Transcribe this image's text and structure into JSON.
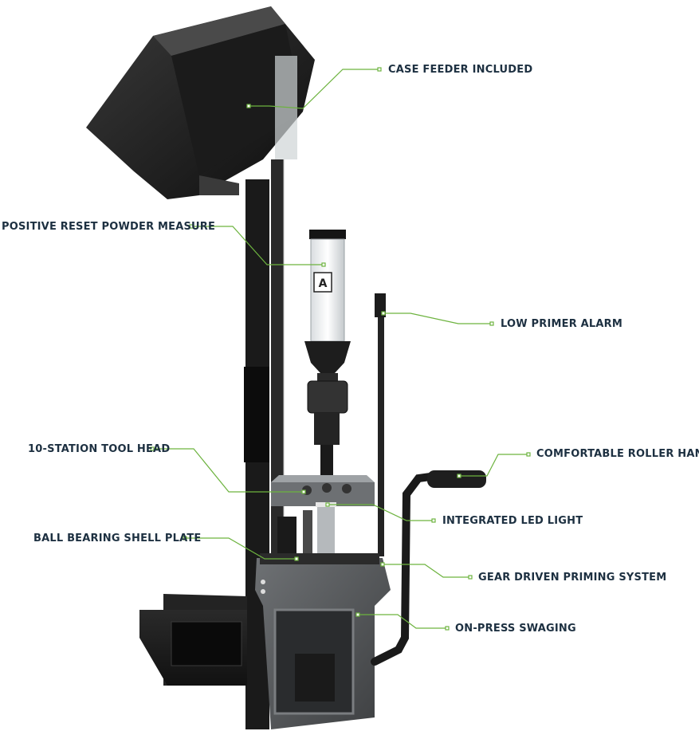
{
  "product": {
    "logo_text": "A"
  },
  "callouts": [
    {
      "id": "case-feeder",
      "text": "CASE FEEDER INCLUDED"
    },
    {
      "id": "powder-measure",
      "text": "POSITIVE RESET POWDER MEASURE"
    },
    {
      "id": "low-primer-alarm",
      "text": "LOW PRIMER ALARM"
    },
    {
      "id": "tool-head",
      "text": "10-STATION TOOL HEAD"
    },
    {
      "id": "roller-handle",
      "text": "COMFORTABLE ROLLER HANDLE"
    },
    {
      "id": "led-light",
      "text": "INTEGRATED LED LIGHT"
    },
    {
      "id": "shell-plate",
      "text": "BALL BEARING SHELL PLATE"
    },
    {
      "id": "priming-system",
      "text": "GEAR DRIVEN PRIMING SYSTEM"
    },
    {
      "id": "swaging",
      "text": "ON-PRESS SWAGING"
    }
  ],
  "colors": {
    "label_text": "#1d3041",
    "leader_line": "#6db33f",
    "press_body": "#2b2b2b",
    "press_metal": "#8a8d8f"
  }
}
